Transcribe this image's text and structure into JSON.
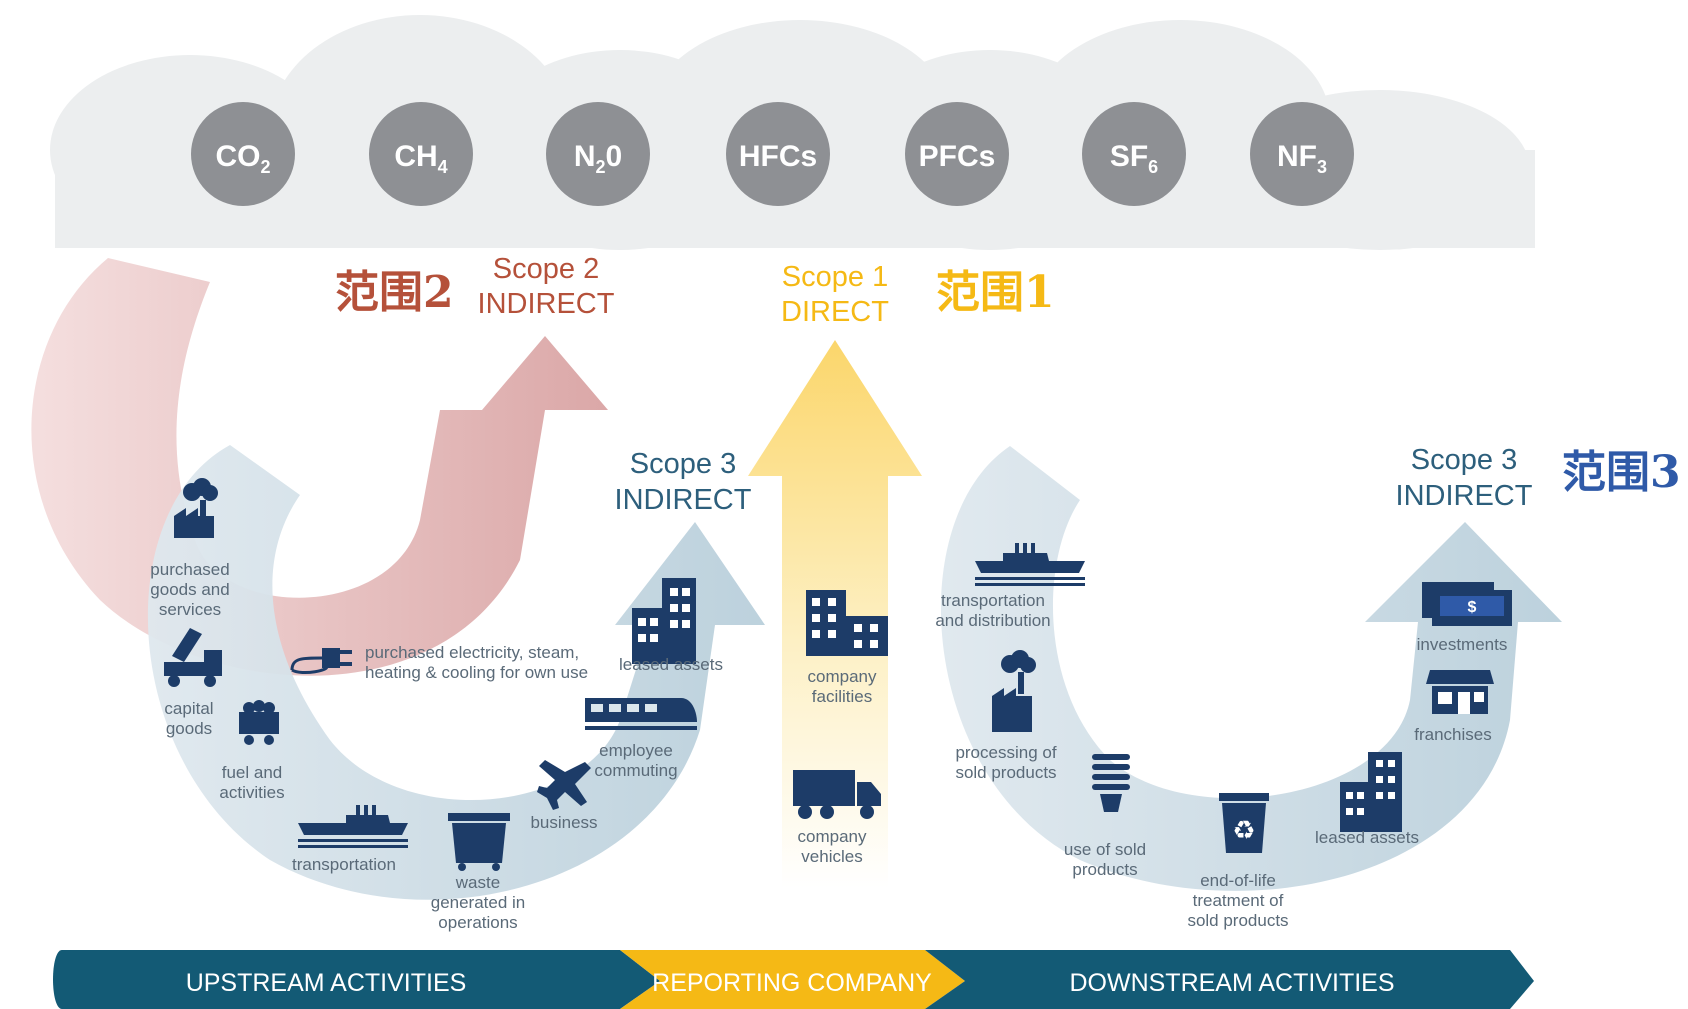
{
  "gases": [
    {
      "base": "CO",
      "sub": "2"
    },
    {
      "base": "CH",
      "sub": "4"
    },
    {
      "base": "N",
      "sub": "2",
      "tail": "0"
    },
    {
      "base": "HFCs",
      "sub": ""
    },
    {
      "base": "PFCs",
      "sub": ""
    },
    {
      "base": "SF",
      "sub": "6"
    },
    {
      "base": "NF",
      "sub": "3"
    }
  ],
  "scope2": {
    "cn": "范围2",
    "line1": "Scope 2",
    "line2": "INDIRECT",
    "color": "#b5513a"
  },
  "scope1": {
    "cn": "范围1",
    "line1": "Scope 1",
    "line2": "DIRECT",
    "color": "#f5b915"
  },
  "scope3_upstream": {
    "line1": "Scope 3",
    "line2": "INDIRECT"
  },
  "scope3_downstream": {
    "line1": "Scope 3",
    "line2": "INDIRECT",
    "cn": "范围3",
    "cn_color": "#2f5aa8"
  },
  "upstream_items": {
    "purchased_goods": [
      "purchased",
      "goods and",
      "services"
    ],
    "capital_goods": [
      "capital",
      "goods"
    ],
    "fuel": [
      "fuel and",
      "activities"
    ],
    "transportation": [
      "transportation"
    ],
    "waste": [
      "waste",
      "generated in",
      "operations"
    ],
    "business": [
      "business"
    ],
    "commuting": [
      "employee",
      "commuting"
    ],
    "leased_assets": [
      "leased assets"
    ],
    "electricity": [
      "purchased electricity, steam,",
      "heating & cooling for own use"
    ]
  },
  "company_items": {
    "facilities": [
      "company",
      "facilities"
    ],
    "vehicles": [
      "company",
      "vehicles"
    ]
  },
  "downstream_items": {
    "transport_dist": [
      "transportation",
      "and distribution"
    ],
    "processing": [
      "processing of",
      "sold products"
    ],
    "use": [
      "use of sold",
      "products"
    ],
    "end_of_life": [
      "end-of-life",
      "treatment of",
      "sold products"
    ],
    "leased_assets": [
      "leased assets"
    ],
    "franchises": [
      "franchises"
    ],
    "investments": [
      "investments"
    ],
    "investment_symbol": "$"
  },
  "bottom_bar": {
    "upstream": "UPSTREAM ACTIVITIES",
    "reporting": "REPORTING COMPANY",
    "downstream": "DOWNSTREAM ACTIVITIES"
  },
  "colors": {
    "navy": "#1d3c68",
    "teal_bar": "#135a75",
    "orange_bar": "#f5b915",
    "gas_circle": "#8e9094",
    "cloud": "#eceeef",
    "scope2_arrow": "#d9a3a3",
    "scope3_arrow": "#c5d6df",
    "scope1_arrow": "#fce7a6"
  }
}
